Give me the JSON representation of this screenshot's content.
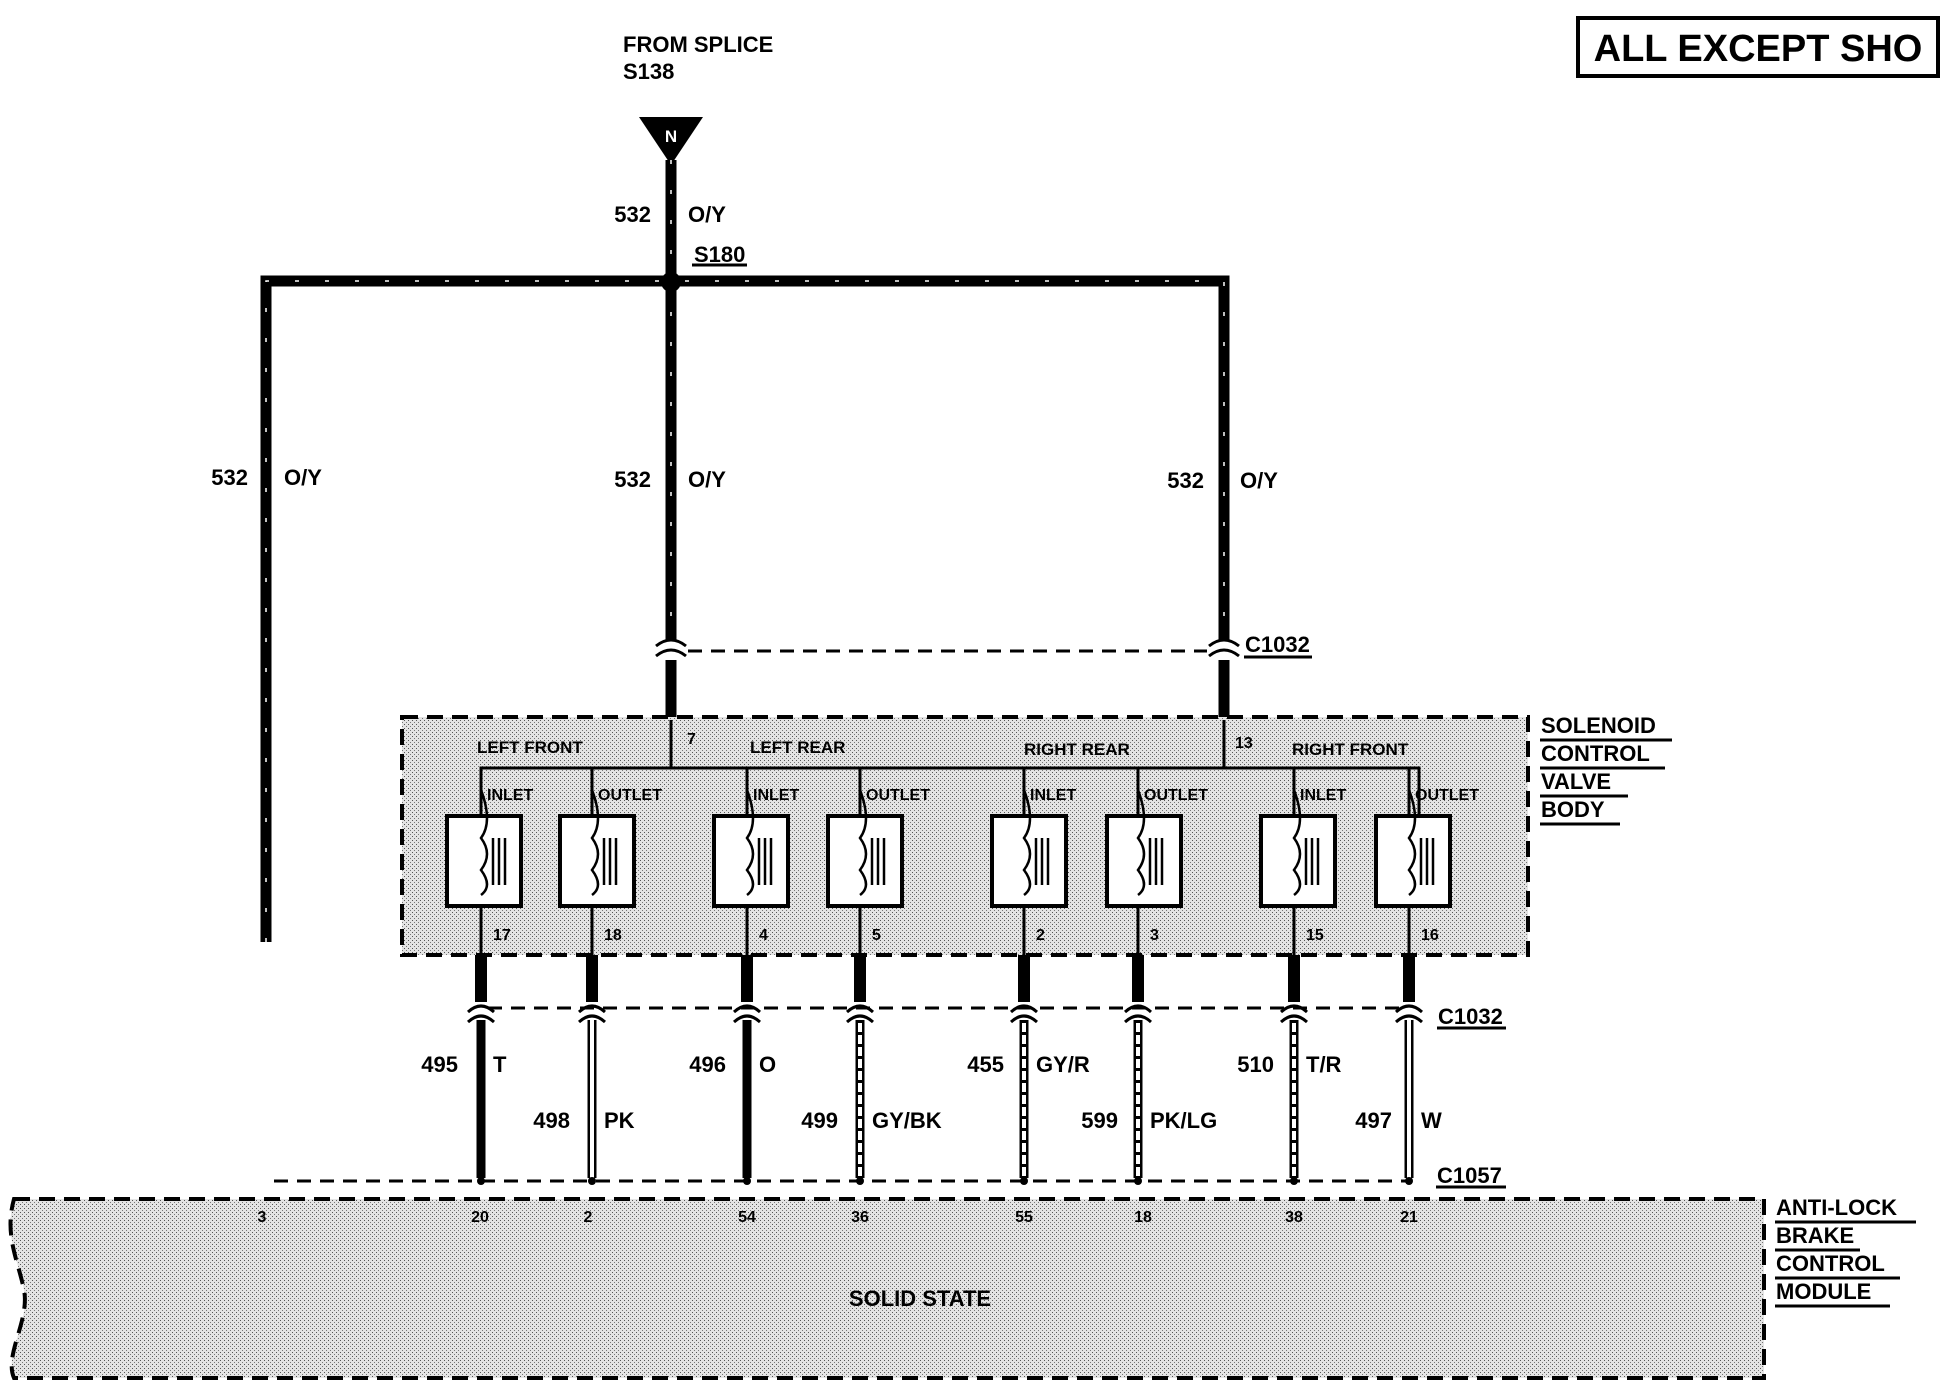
{
  "title_box": "ALL EXCEPT SHO",
  "source": {
    "line1": "FROM SPLICE",
    "line2": "S138",
    "connector_letter": "N"
  },
  "splice_s180": "S180",
  "feed_wires": [
    {
      "circuit": "532",
      "color": "O/Y"
    },
    {
      "circuit": "532",
      "color": "O/Y"
    },
    {
      "circuit": "532",
      "color": "O/Y"
    },
    {
      "circuit": "532",
      "color": "O/Y"
    }
  ],
  "connector_upper": "C1032",
  "connector_lower": "C1032",
  "connector_module": "C1057",
  "valve_body": {
    "label_lines": [
      "SOLENOID",
      "CONTROL",
      "VALVE",
      "BODY"
    ],
    "feed_pins": [
      "7",
      "13"
    ],
    "groups": [
      "LEFT FRONT",
      "LEFT REAR",
      "RIGHT REAR",
      "RIGHT FRONT"
    ],
    "solenoids": [
      {
        "type": "INLET",
        "pin": "17"
      },
      {
        "type": "OUTLET",
        "pin": "18"
      },
      {
        "type": "INLET",
        "pin": "4"
      },
      {
        "type": "OUTLET",
        "pin": "5"
      },
      {
        "type": "INLET",
        "pin": "2"
      },
      {
        "type": "OUTLET",
        "pin": "3"
      },
      {
        "type": "INLET",
        "pin": "15"
      },
      {
        "type": "OUTLET",
        "pin": "16"
      }
    ]
  },
  "signal_wires": [
    {
      "circuit": "495",
      "color": "T"
    },
    {
      "circuit": "498",
      "color": "PK"
    },
    {
      "circuit": "496",
      "color": "O"
    },
    {
      "circuit": "499",
      "color": "GY/BK"
    },
    {
      "circuit": "455",
      "color": "GY/R"
    },
    {
      "circuit": "599",
      "color": "PK/LG"
    },
    {
      "circuit": "510",
      "color": "T/R"
    },
    {
      "circuit": "497",
      "color": "W"
    }
  ],
  "module": {
    "label_lines": [
      "ANTI-LOCK",
      "BRAKE",
      "CONTROL",
      "MODULE"
    ],
    "inner_text": "SOLID STATE",
    "pins": [
      "3",
      "20",
      "2",
      "54",
      "36",
      "55",
      "18",
      "38",
      "21"
    ]
  }
}
